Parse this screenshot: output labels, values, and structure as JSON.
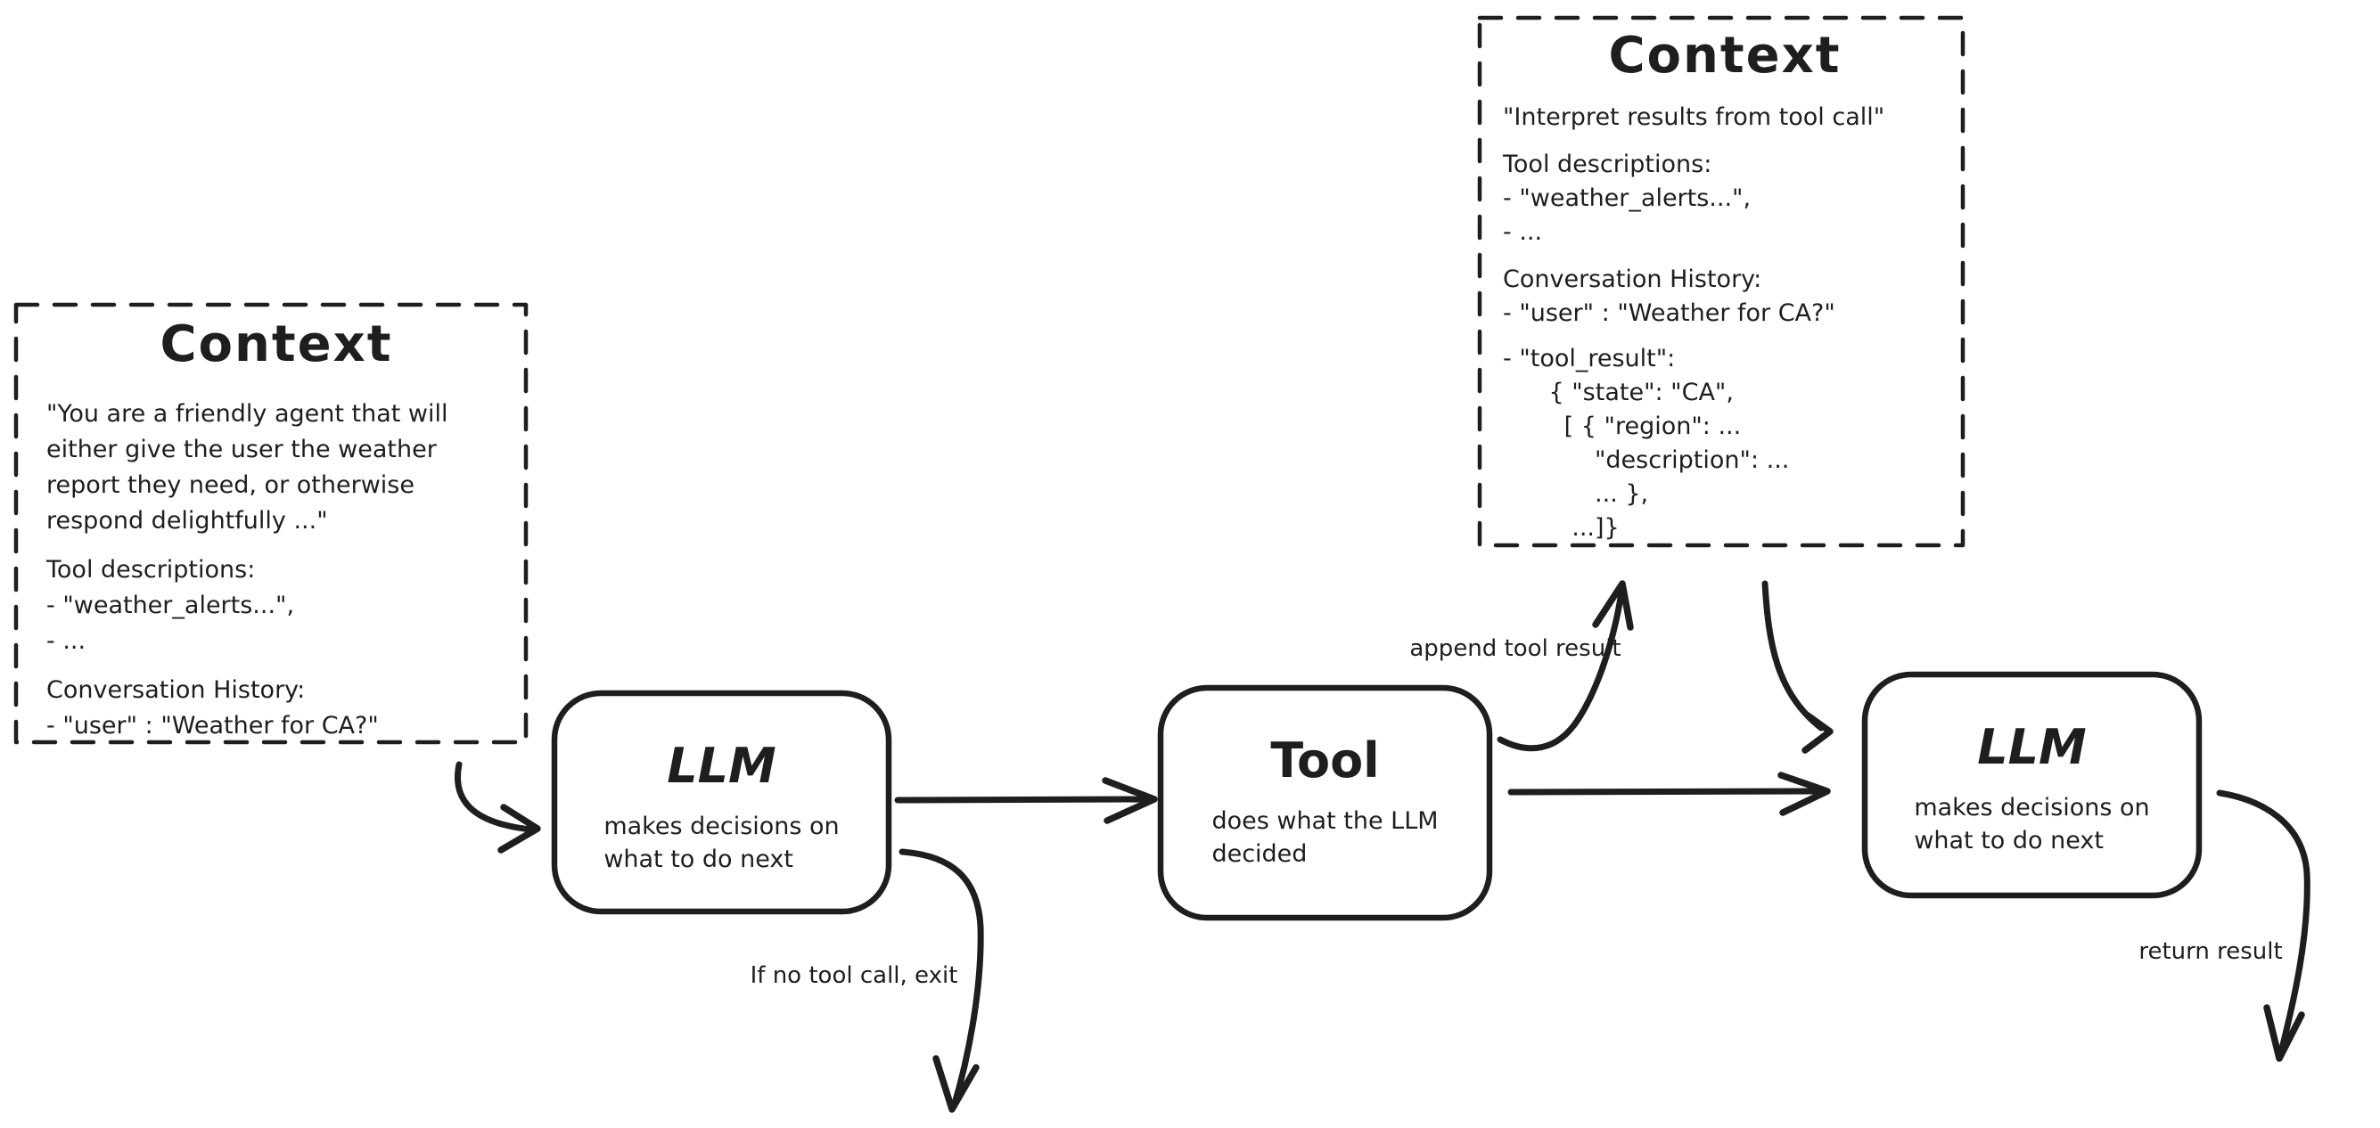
{
  "palette": {
    "ink": "#1e1e1e",
    "background": "#ffffff"
  },
  "context_left": {
    "title": "Context",
    "p1": [
      "\"You are a friendly agent that will",
      "either give the user the weather",
      "report they need, or otherwise",
      "respond delightfully ...\""
    ],
    "p2": [
      "Tool descriptions:",
      "- \"weather_alerts...\",",
      "- ..."
    ],
    "p3": [
      "Conversation History:",
      "- \"user\" : \"Weather for CA?\""
    ]
  },
  "context_right": {
    "title": "Context",
    "p1": [
      "\"Interpret results from tool call\""
    ],
    "p2": [
      "Tool descriptions:",
      "- \"weather_alerts...\",",
      "- ..."
    ],
    "p3": [
      "Conversation History:",
      "- \"user\" : \"Weather for CA?\""
    ],
    "p4": [
      "- \"tool_result\":",
      "      { \"state\": \"CA\",",
      "        [ { \"region\": ...",
      "            \"description\": ...",
      "            ... },",
      "         ...]}"
    ]
  },
  "nodes": {
    "llm1": {
      "title": "LLM",
      "sub": [
        "makes decisions on",
        "what to do next"
      ]
    },
    "tool": {
      "title": "Tool",
      "sub": [
        "does what the LLM",
        "decided"
      ]
    },
    "llm2": {
      "title": "LLM",
      "sub": [
        "makes decisions on",
        "what to do next"
      ]
    }
  },
  "edge_labels": {
    "append_tool_result": "append tool result",
    "if_no_tool_call": "If no tool call, exit",
    "return_result": "return result"
  }
}
